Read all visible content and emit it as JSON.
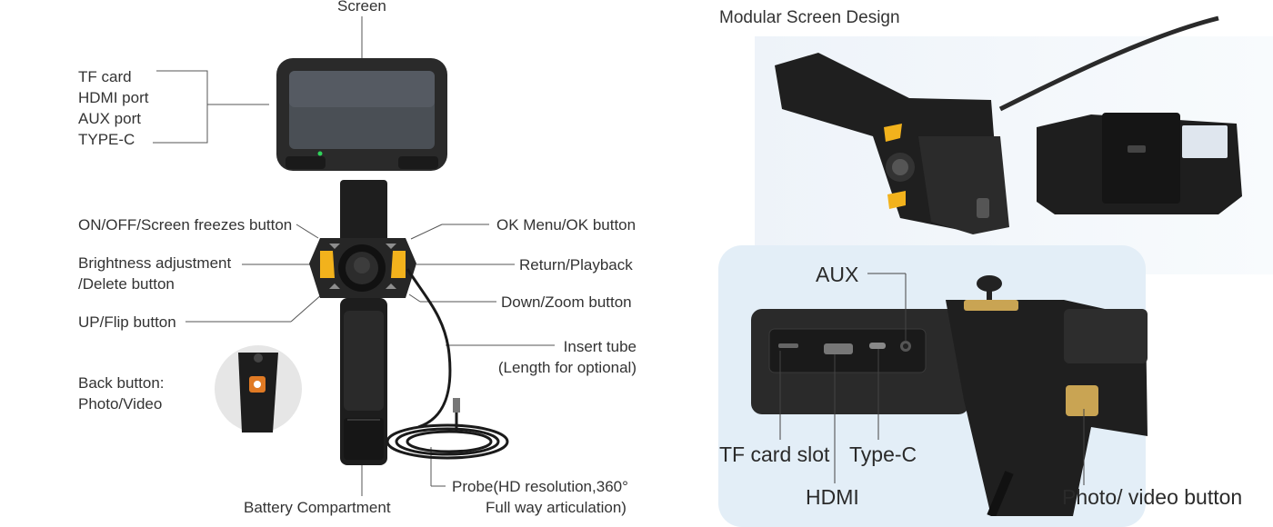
{
  "left": {
    "screen_label": "Screen",
    "ports": [
      "TF card",
      "HDMI port",
      "AUX port",
      "TYPE-C"
    ],
    "on_off_label": "ON/OFF/Screen freezes button",
    "brightness_label": [
      "Brightness adjustment",
      "/Delete button"
    ],
    "up_flip_label": "UP/Flip button",
    "back_button_label": [
      "Back button:",
      "Photo/Video"
    ],
    "battery_label": "Battery Compartment",
    "ok_menu_label": "OK Menu/OK button",
    "return_label": "Return/Playback",
    "down_zoom_label": "Down/Zoom button",
    "insert_tube_label": [
      "Insert tube",
      "(Length for optional)"
    ],
    "probe_label": [
      "Probe(HD resolution,360°",
      "Full way articulation)"
    ]
  },
  "top_right": {
    "title": "Modular Screen Design"
  },
  "bottom_right": {
    "aux_label": "AUX",
    "tf_slot_label": "TF card slot",
    "type_c_label": "Type-C",
    "hdmi_label": "HDMI",
    "photo_video_label": "Photo/ video button"
  },
  "colors": {
    "accent_yellow": "#f2b21c",
    "device_black": "#1d1d1d",
    "panel_bg": "#e3eef7",
    "leader_line": "#555555"
  }
}
